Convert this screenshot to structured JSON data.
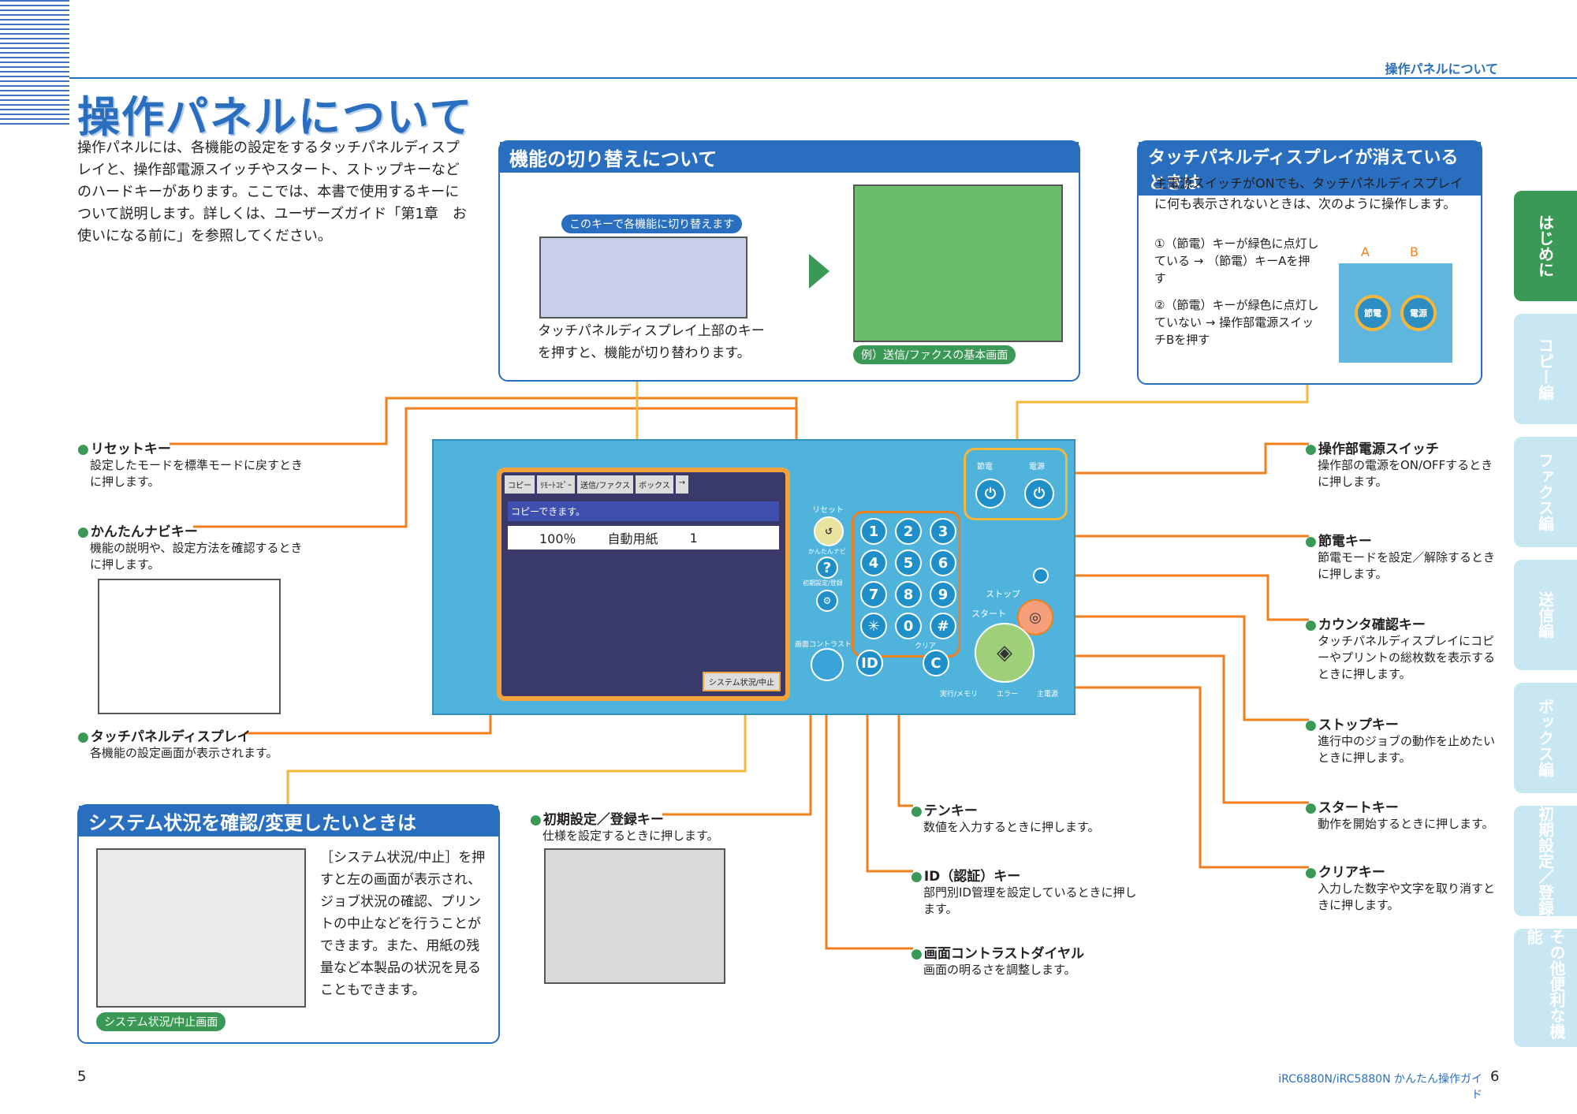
{
  "header": {
    "running_title": "操作パネルについて"
  },
  "title": "操作パネルについて",
  "intro": "操作パネルには、各機能の設定をするタッチパネルディスプレイと、操作部電源スイッチやスタート、ストップキーなどのハードキーがあります。ここでは、本書で使用するキーについて説明します。詳しくは、ユーザーズガイド「第1章　お使いになる前に」を参照してください。",
  "switch_box": {
    "heading": "機能の切り替えについて",
    "callout": "このキーで各機能に切り替えます",
    "caption": "タッチパネルディスプレイ上部のキーを押すと、機能が切り替わります。",
    "example_label": "例）送信/ファクスの基本画面"
  },
  "display_off_box": {
    "heading": "タッチパネルディスプレイが消えているときは",
    "intro": "主電源スイッチがONでも、タッチパネルディスプレイに何も表示されないときは、次のように操作します。",
    "step1": "①（節電）キーが緑色に点灯している → （節電）キーAを押す",
    "step2": "②（節電）キーが緑色に点灯していない → 操作部電源スイッチBを押す",
    "label_a": "A",
    "label_b": "B",
    "btn_save": "節電",
    "btn_power": "電源"
  },
  "left_labels": [
    {
      "title": "リセットキー",
      "desc": "設定したモードを標準モードに戻すときに押します。"
    },
    {
      "title": "かんたんナビキー",
      "desc": "機能の説明や、設定方法を確認するときに押します。"
    },
    {
      "title": "タッチパネルディスプレイ",
      "desc": "各機能の設定画面が表示されます。"
    }
  ],
  "right_labels": [
    {
      "title": "操作部電源スイッチ",
      "desc": "操作部の電源をON/OFFするときに押します。"
    },
    {
      "title": "節電キー",
      "desc": "節電モードを設定／解除するときに押します。"
    },
    {
      "title": "カウンタ確認キー",
      "desc": "タッチパネルディスプレイにコピーやプリントの総枚数を表示するときに押します。"
    },
    {
      "title": "ストップキー",
      "desc": "進行中のジョブの動作を止めたいときに押します。"
    },
    {
      "title": "スタートキー",
      "desc": "動作を開始するときに押します。"
    },
    {
      "title": "クリアキー",
      "desc": "入力した数字や文字を取り消すときに押します。"
    }
  ],
  "bottom_labels": [
    {
      "title": "初期設定／登録キー",
      "desc": "仕様を設定するときに押します。"
    },
    {
      "title": "テンキー",
      "desc": "数値を入力するときに押します。"
    },
    {
      "title": "ID（認証）キー",
      "desc": "部門別ID管理を設定しているときに押します。"
    },
    {
      "title": "画面コントラストダイヤル",
      "desc": "画面の明るさを調整します。"
    }
  ],
  "system_box": {
    "heading": "システム状況を確認/変更したいときは",
    "text": "［システム状況/中止］を押すと左の画面が表示され、ジョブ状況の確認、プリントの中止などを行うことができます。また、用紙の残量など本製品の状況を見ることもできます。",
    "caption": "システム状況/中止画面"
  },
  "panel": {
    "lcd_tabs": [
      "コピー",
      "ﾘﾓｰﾄｺﾋﾟｰ",
      "送信/ファクス",
      "ボックス",
      "→"
    ],
    "lcd_status": "コピーできます。",
    "lcd_ratio": "100％",
    "lcd_paper": "自動用紙",
    "lcd_count": "1",
    "lcd_system_btn": "システム状況/中止",
    "reset_label": "リセット",
    "navi_label": "かんたんナビ",
    "settings_label": "初期設定/登録",
    "contrast_label": "画面コントラスト",
    "save_label": "節電",
    "power_label": "電源",
    "stop_label": "ストップ",
    "start_label": "スタート",
    "clear_label": "クリア",
    "id_label": "ID",
    "status_labels": [
      "実行/メモリ",
      "エラー",
      "主電源"
    ],
    "keys": [
      "1",
      "2",
      "3",
      "4",
      "5",
      "6",
      "7",
      "8",
      "9",
      "✳",
      "0",
      "#"
    ]
  },
  "side_tabs": [
    "はじめに",
    "コピー編",
    "ファクス編",
    "送信編",
    "ボックス編",
    "初期設定／登録",
    "その他便利な機能"
  ],
  "footer": {
    "page_left": "5",
    "product": "iRC6880N/iRC5880N かんたん操作ガイド",
    "page_right": "6"
  }
}
